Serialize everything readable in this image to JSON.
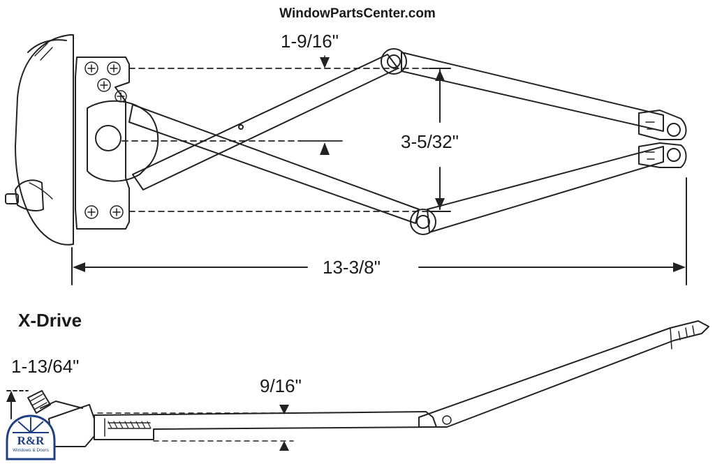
{
  "header": {
    "site": "WindowPartsCenter.com"
  },
  "top_view": {
    "dims": {
      "arm_offset": "1-9/16\"",
      "arm_spacing": "3-5/32\"",
      "overall_length": "13-3/8\""
    }
  },
  "side_view": {
    "title": "X-Drive",
    "dims": {
      "height": "1-13/64\"",
      "arm_thickness": "9/16\""
    }
  },
  "logo": {
    "main": "R&R",
    "sub": "Windows & Doors",
    "color": "#1e3f82"
  }
}
